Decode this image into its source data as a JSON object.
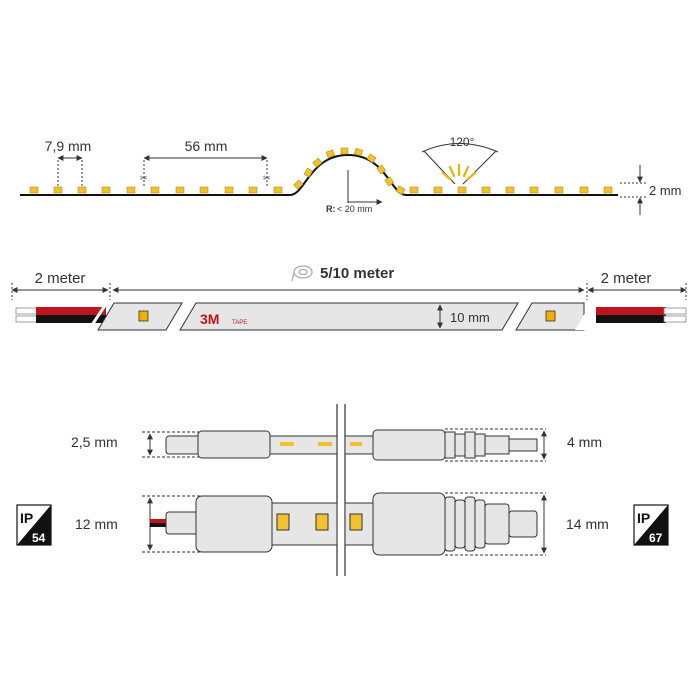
{
  "section1": {
    "pitch_label": "7,9 mm",
    "segment_label": "56 mm",
    "bend_radius_prefix": "R:",
    "bend_radius_value": "< 20 mm",
    "angle_label": "120°",
    "thickness_label": "2 mm"
  },
  "section2": {
    "left_cable_label": "2 meter",
    "length_label": "5/10 meter",
    "right_cable_label": "2 meter",
    "tape_brand": "3M",
    "tape_word": "TAPE",
    "width_label": "10 mm"
  },
  "section3": {
    "top_left_label": "2,5 mm",
    "top_right_label": "4 mm",
    "bottom_left_label": "12 mm",
    "bottom_right_label": "14 mm",
    "ip_left": {
      "prefix": "IP",
      "rating": "54"
    },
    "ip_right": {
      "prefix": "IP",
      "rating": "67"
    }
  },
  "colors": {
    "led": "#f2c12e",
    "led_warm": "#f0b000",
    "cable_red": "#c0141c",
    "cable_black": "#111111",
    "tape_gray": "#e6e6e6",
    "line": "#333333"
  }
}
